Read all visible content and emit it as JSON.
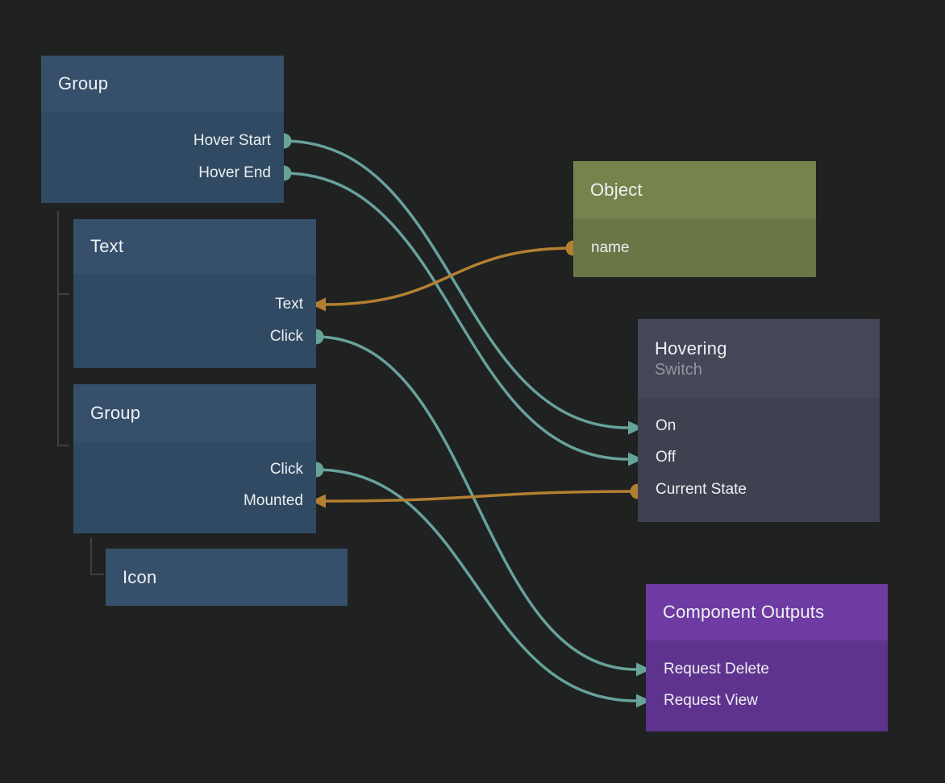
{
  "editor": {
    "kind": "node-graph"
  },
  "colors": {
    "signal": "#67a29b",
    "data": "#b28031",
    "background": "#202121",
    "node_blue_header": "#36506c",
    "node_blue_body": "#304a64",
    "node_olive_header": "#75834c",
    "node_olive_body": "#6b7647",
    "node_slate_header": "#444757",
    "node_slate_body": "#3e414f",
    "node_purple_header": "#6d3ba1",
    "node_purple_body": "#5e338e"
  },
  "nodes": {
    "group_top": {
      "title": "Group",
      "ports": {
        "hover_start": {
          "label": "Hover Start",
          "direction": "output"
        },
        "hover_end": {
          "label": "Hover End",
          "direction": "output"
        }
      }
    },
    "text": {
      "title": "Text",
      "ports": {
        "text": {
          "label": "Text",
          "direction": "input"
        },
        "click": {
          "label": "Click",
          "direction": "output"
        }
      }
    },
    "group_child": {
      "title": "Group",
      "ports": {
        "click": {
          "label": "Click",
          "direction": "output"
        },
        "mounted": {
          "label": "Mounted",
          "direction": "input"
        }
      }
    },
    "icon": {
      "title": "Icon"
    },
    "object": {
      "title": "Object",
      "ports": {
        "name": {
          "label": "name",
          "direction": "output"
        }
      }
    },
    "hovering": {
      "title": "Hovering",
      "subtitle": "Switch",
      "ports": {
        "on": {
          "label": "On",
          "direction": "input"
        },
        "off": {
          "label": "Off",
          "direction": "input"
        },
        "current_state": {
          "label": "Current State",
          "direction": "output"
        }
      }
    },
    "component_outputs": {
      "title": "Component Outputs",
      "ports": {
        "request_delete": {
          "label": "Request Delete",
          "direction": "input"
        },
        "request_view": {
          "label": "Request View",
          "direction": "input"
        }
      }
    }
  },
  "edges": [
    {
      "from": "group_top.hover_start",
      "to": "hovering.on",
      "type": "signal"
    },
    {
      "from": "group_top.hover_end",
      "to": "hovering.off",
      "type": "signal"
    },
    {
      "from": "object.name",
      "to": "text.text",
      "type": "data"
    },
    {
      "from": "text.click",
      "to": "component_outputs.request_delete",
      "type": "signal"
    },
    {
      "from": "group_child.click",
      "to": "component_outputs.request_view",
      "type": "signal"
    },
    {
      "from": "hovering.current_state",
      "to": "group_child.mounted",
      "type": "data"
    }
  ]
}
